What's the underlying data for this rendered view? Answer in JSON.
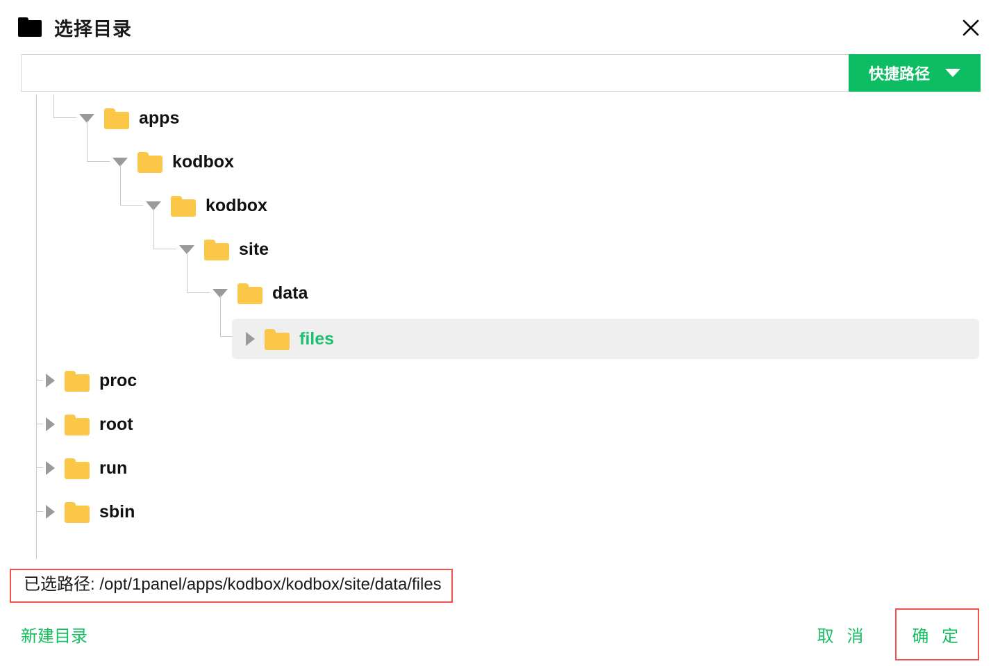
{
  "header": {
    "title": "选择目录",
    "folder_icon": "folder-icon",
    "close_icon": "close-icon"
  },
  "path_bar": {
    "input_value": "",
    "input_placeholder": "",
    "shortcut_label": "快捷路径",
    "dropdown_icon": "chevron-down-icon"
  },
  "tree": {
    "nodes": [
      {
        "label": "apps",
        "depth": 1,
        "state": "expanded",
        "selected": false
      },
      {
        "label": "kodbox",
        "depth": 2,
        "state": "expanded",
        "selected": false
      },
      {
        "label": "kodbox",
        "depth": 3,
        "state": "expanded",
        "selected": false
      },
      {
        "label": "site",
        "depth": 4,
        "state": "expanded",
        "selected": false
      },
      {
        "label": "data",
        "depth": 5,
        "state": "expanded",
        "selected": false
      },
      {
        "label": "files",
        "depth": 6,
        "state": "collapsed",
        "selected": true
      },
      {
        "label": "proc",
        "depth": 0,
        "state": "collapsed",
        "selected": false
      },
      {
        "label": "root",
        "depth": 0,
        "state": "collapsed",
        "selected": false
      },
      {
        "label": "run",
        "depth": 0,
        "state": "collapsed",
        "selected": false
      },
      {
        "label": "sbin",
        "depth": 0,
        "state": "collapsed",
        "selected": false
      }
    ]
  },
  "selected_path": {
    "text": "已选路径: /opt/1panel/apps/kodbox/kodbox/site/data/files",
    "highlight_color": "#f0524a"
  },
  "footer": {
    "new_directory_label": "新建目录",
    "cancel_label": "取 消",
    "confirm_label": "确 定",
    "confirm_highlight_color": "#f0524a"
  },
  "colors": {
    "accent_green": "#0dbd64",
    "folder_yellow": "#fac748",
    "selected_row_bg": "#efefef",
    "tree_line": "#c9c9c9"
  }
}
